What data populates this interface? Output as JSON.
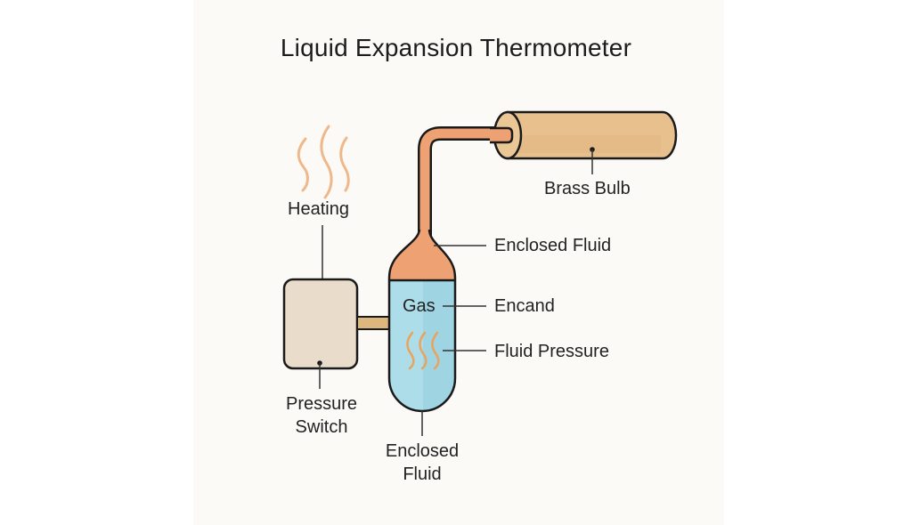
{
  "title": "Liquid Expansion Thermometer",
  "labels": {
    "brass_bulb": "Brass Bulb",
    "heating": "Heating",
    "enclosed_fluid_top": "Enclosed Fluid",
    "gas": "Gas",
    "encand": "Encand",
    "fluid_pressure": "Fluid Pressure",
    "pressure_switch_line1": "Pressure",
    "pressure_switch_line2": "Switch",
    "enclosed_fluid_bottom_line1": "Enclosed",
    "enclosed_fluid_bottom_line2": "Fluid"
  },
  "colors": {
    "background": "#fcfaf7",
    "brass": "#e8c08e",
    "copper_tube": "#eea274",
    "fluid_blue": "#a8dbe6",
    "heat_wave": "#f0a86e",
    "switch_box": "#eadccb",
    "outline": "#1a1a1a"
  }
}
